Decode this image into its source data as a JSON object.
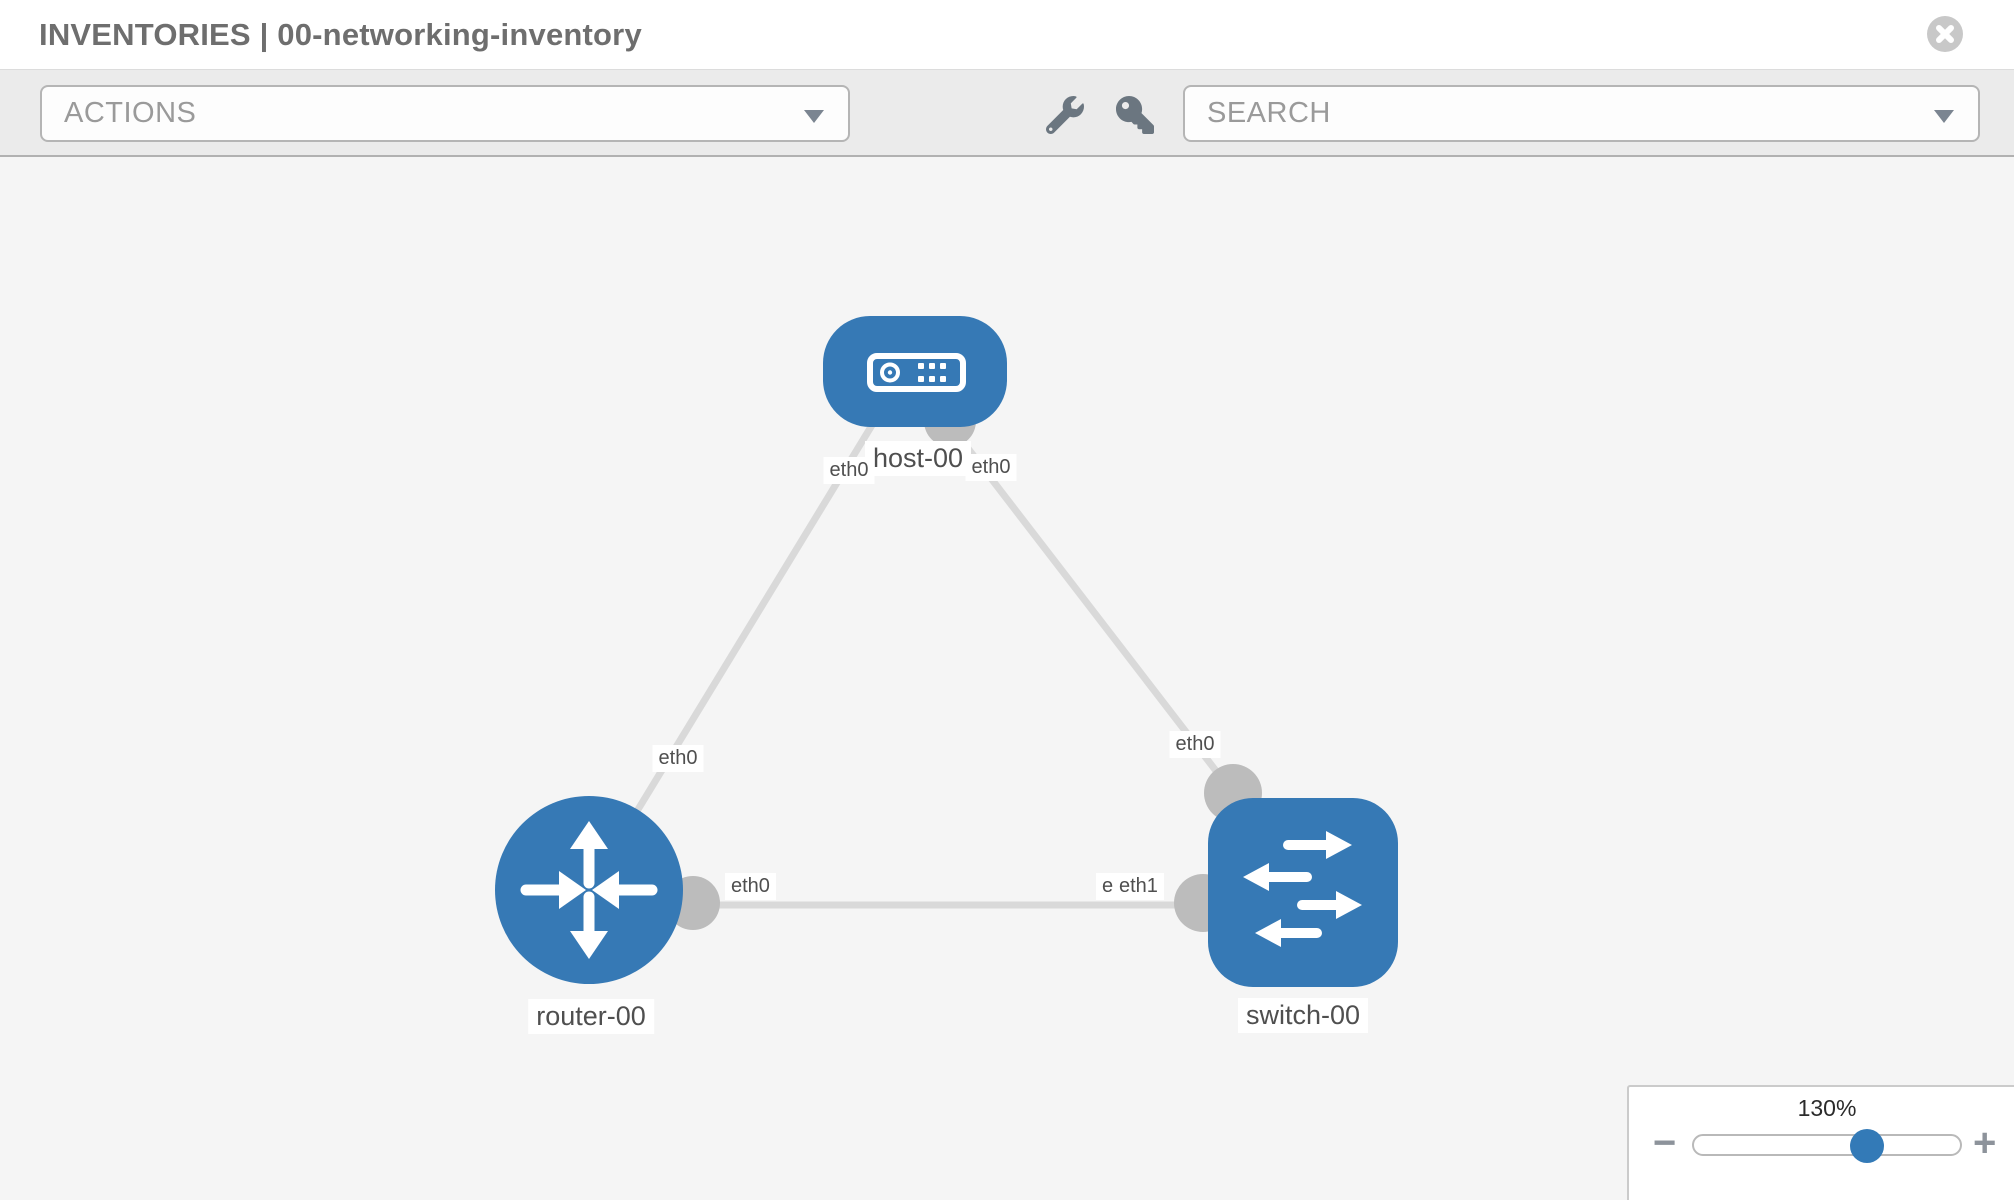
{
  "header": {
    "title": "INVENTORIES | 00-networking-inventory",
    "close_icon": "circle-x-icon"
  },
  "toolbar": {
    "actions_label": "ACTIONS",
    "search_placeholder": "SEARCH",
    "icons": [
      "wrench-icon",
      "key-icon"
    ]
  },
  "topology": {
    "nodes": [
      {
        "id": "host-00",
        "type": "host",
        "label": "host-00",
        "icon": "server-icon"
      },
      {
        "id": "router-00",
        "type": "router",
        "label": "router-00",
        "icon": "router-arrows-icon"
      },
      {
        "id": "switch-00",
        "type": "switch",
        "label": "switch-00",
        "icon": "switch-arrows-icon"
      }
    ],
    "links": [
      {
        "from": "host-00",
        "to": "router-00",
        "from_interface": "eth0",
        "to_interface": "eth0"
      },
      {
        "from": "host-00",
        "to": "switch-00",
        "from_interface": "eth0",
        "to_interface": "eth0"
      },
      {
        "from": "router-00",
        "to": "switch-00",
        "from_interface": "eth0",
        "to_interface": "eth1"
      }
    ],
    "interface_labels": {
      "host_to_router_at_host": "eth0",
      "host_to_router_at_router": "eth0",
      "host_to_switch_at_host": "eth0",
      "host_to_switch_at_switch": "eth0",
      "router_to_switch_at_router": "eth0",
      "router_to_switch_at_switch_overlapped": "eth0",
      "router_to_switch_at_switch": "eth1"
    },
    "colors": {
      "node_blue": "#3679b5",
      "link_gray": "#d9d9d9",
      "interface_gray": "#bcbcbc"
    }
  },
  "zoom_control": {
    "level": "130%",
    "minus_label": "−",
    "plus_label": "+",
    "handle_percent": 64
  }
}
